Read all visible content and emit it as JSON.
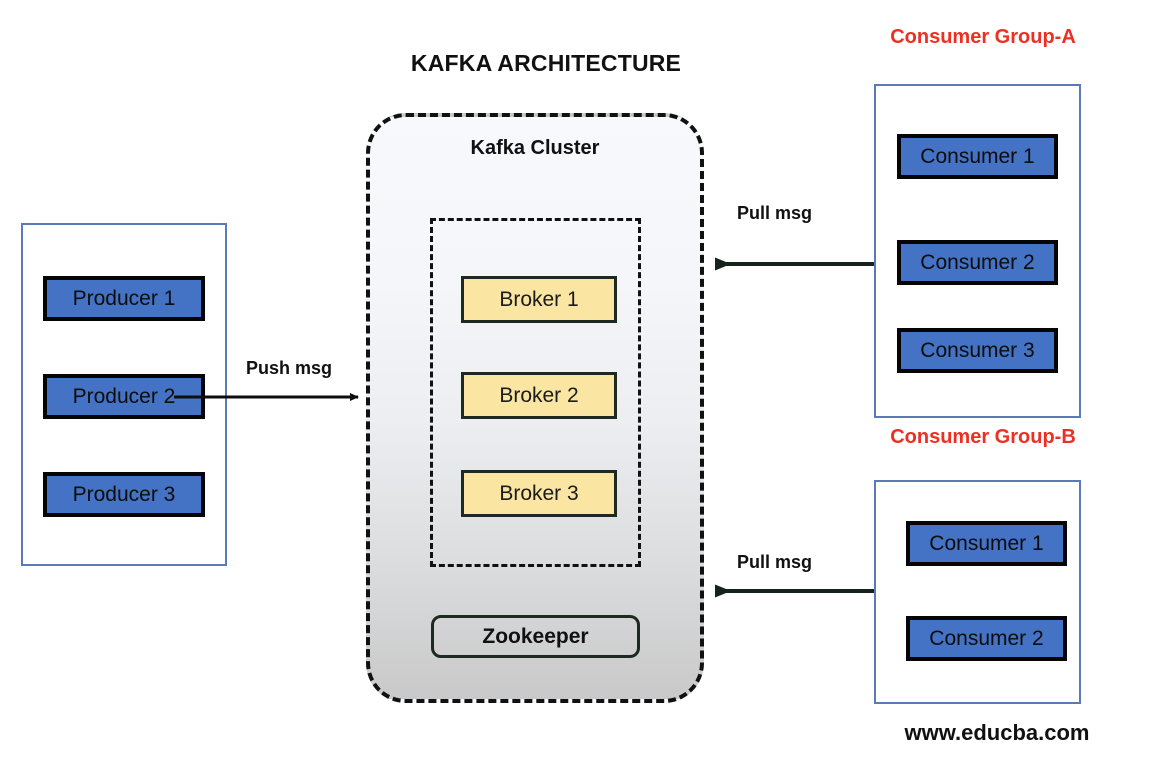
{
  "diagram": {
    "title": "KAFKA ARCHITECTURE",
    "footer_url": "www.educba.com",
    "colors": {
      "node_fill": "#4472C4",
      "broker_fill": "#FAE5A3",
      "group_label": "#ED3024",
      "container_border": "#5B7AB8",
      "cluster_border": "#111111"
    }
  },
  "producer_group": {
    "items": [
      {
        "label": "Producer 1"
      },
      {
        "label": "Producer 2"
      },
      {
        "label": "Producer 3"
      }
    ]
  },
  "cluster": {
    "label": "Kafka Cluster",
    "brokers": [
      {
        "label": "Broker 1"
      },
      {
        "label": "Broker 2"
      },
      {
        "label": "Broker 3"
      }
    ],
    "zookeeper": {
      "label": "Zookeeper"
    }
  },
  "consumer_group_a": {
    "title": "Consumer Group-A",
    "items": [
      {
        "label": "Consumer 1"
      },
      {
        "label": "Consumer 2"
      },
      {
        "label": "Consumer 3"
      }
    ]
  },
  "consumer_group_b": {
    "title": "Consumer Group-B",
    "items": [
      {
        "label": "Consumer 1"
      },
      {
        "label": "Consumer 2"
      }
    ]
  },
  "arrows": {
    "push": {
      "label": "Push msg",
      "direction": "right"
    },
    "pull_a": {
      "label": "Pull msg",
      "direction": "left"
    },
    "pull_b": {
      "label": "Pull msg",
      "direction": "left"
    }
  }
}
